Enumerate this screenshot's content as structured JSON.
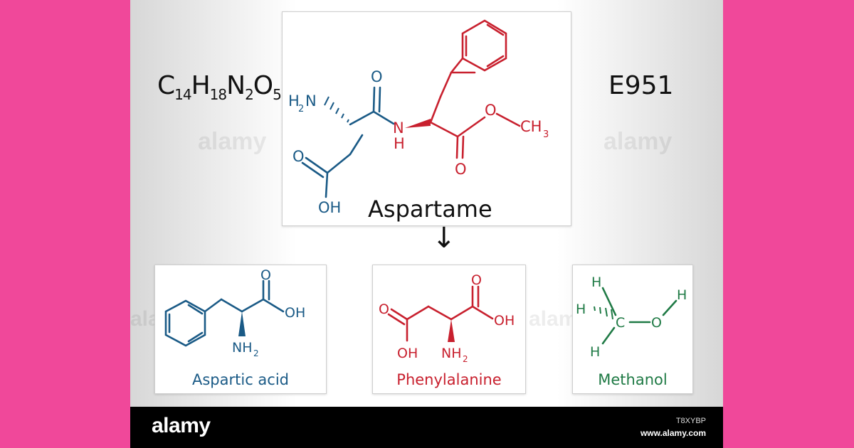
{
  "molecular_formula": {
    "C": "C",
    "c_count": "14",
    "H": "H",
    "h_count": "18",
    "N": "N",
    "n_count": "2",
    "O": "O",
    "o_count": "5"
  },
  "e_number": "E951",
  "main": {
    "title": "Aspartame",
    "atoms": {
      "h2n_H": "H",
      "h2n_2": "2",
      "h2n_N": "N",
      "o_top": "O",
      "nh_N": "N",
      "nh_H": "H",
      "o_ester": "O",
      "ch3_C": "CH",
      "ch3_3": "3",
      "o_carbonyl": "O",
      "o_acid": "O",
      "oh_acid": "OH"
    }
  },
  "products": [
    {
      "name": "Aspartic acid",
      "atoms": {
        "o": "O",
        "oh": "OH",
        "nh": "NH",
        "nh_2": "2"
      }
    },
    {
      "name": "Phenylalanine",
      "atoms": {
        "o_left": "O",
        "o_right": "O",
        "oh_right": "OH",
        "oh_left": "OH",
        "nh": "NH",
        "nh_2": "2"
      }
    },
    {
      "name": "Methanol",
      "atoms": {
        "h_top": "H",
        "h_left": "H",
        "h_bottom": "H",
        "c": "C",
        "o": "O",
        "h_right": "H"
      }
    }
  ],
  "arrow": "↓",
  "colors": {
    "background": "#f0489a",
    "blue": "#1a5a86",
    "red": "#c8202e",
    "green": "#1f7a45",
    "footer": "#000000"
  },
  "watermark": "alamy",
  "footer": {
    "logo": "alamy",
    "image_id": "T8XYBP",
    "site": "www.alamy.com"
  }
}
